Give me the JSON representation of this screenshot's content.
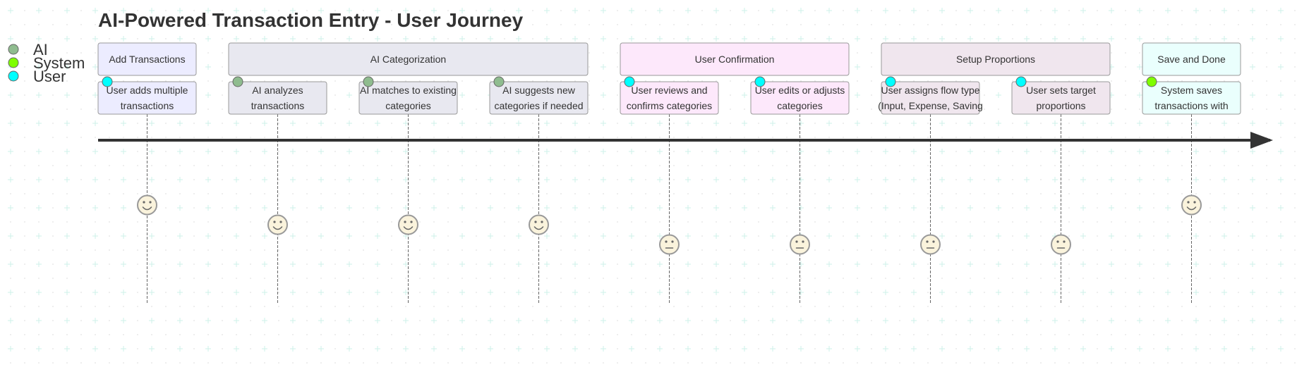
{
  "title": "AI-Powered Transaction Entry - User Journey",
  "actors": [
    {
      "name": "AI",
      "color": "#8fbc8f"
    },
    {
      "name": "System",
      "color": "#7fff00"
    },
    {
      "name": "User",
      "color": "#00ffff"
    }
  ],
  "sections": [
    {
      "label": "Add Transactions",
      "fill": "#ececff"
    },
    {
      "label": "AI Categorization",
      "fill": "#e8e8f0"
    },
    {
      "label": "User Confirmation",
      "fill": "#fde8fb"
    },
    {
      "label": "Setup Proportions",
      "fill": "#f0e6ee"
    },
    {
      "label": "Save and Done",
      "fill": "#eafffd"
    }
  ],
  "tasks": [
    {
      "section": 0,
      "lines": [
        "User adds multiple",
        "transactions"
      ],
      "actor": "User",
      "score": 5
    },
    {
      "section": 1,
      "lines": [
        "AI analyzes",
        "transactions"
      ],
      "actor": "AI",
      "score": 4
    },
    {
      "section": 1,
      "lines": [
        "AI matches to existing",
        "categories"
      ],
      "actor": "AI",
      "score": 4
    },
    {
      "section": 1,
      "lines": [
        "AI suggests new",
        "categories if needed"
      ],
      "actor": "AI",
      "score": 4
    },
    {
      "section": 2,
      "lines": [
        "User reviews and",
        "confirms categories"
      ],
      "actor": "User",
      "score": 3
    },
    {
      "section": 2,
      "lines": [
        "User edits or adjusts",
        "categories"
      ],
      "actor": "User",
      "score": 3
    },
    {
      "section": 3,
      "lines": [
        "User assigns flow type",
        "(Input, Expense, Saving"
      ],
      "actor": "User",
      "score": 3
    },
    {
      "section": 3,
      "lines": [
        "User sets target",
        "proportions"
      ],
      "actor": "User",
      "score": 3
    },
    {
      "section": 4,
      "lines": [
        "System saves",
        "transactions with"
      ],
      "actor": "System",
      "score": 5
    }
  ],
  "colors": {
    "border": "#999999",
    "timeline": "#333333",
    "face_fill": "#faf3dc",
    "grid_plus": "#d4f2ec",
    "grid_dot": "#e2e2e2"
  }
}
